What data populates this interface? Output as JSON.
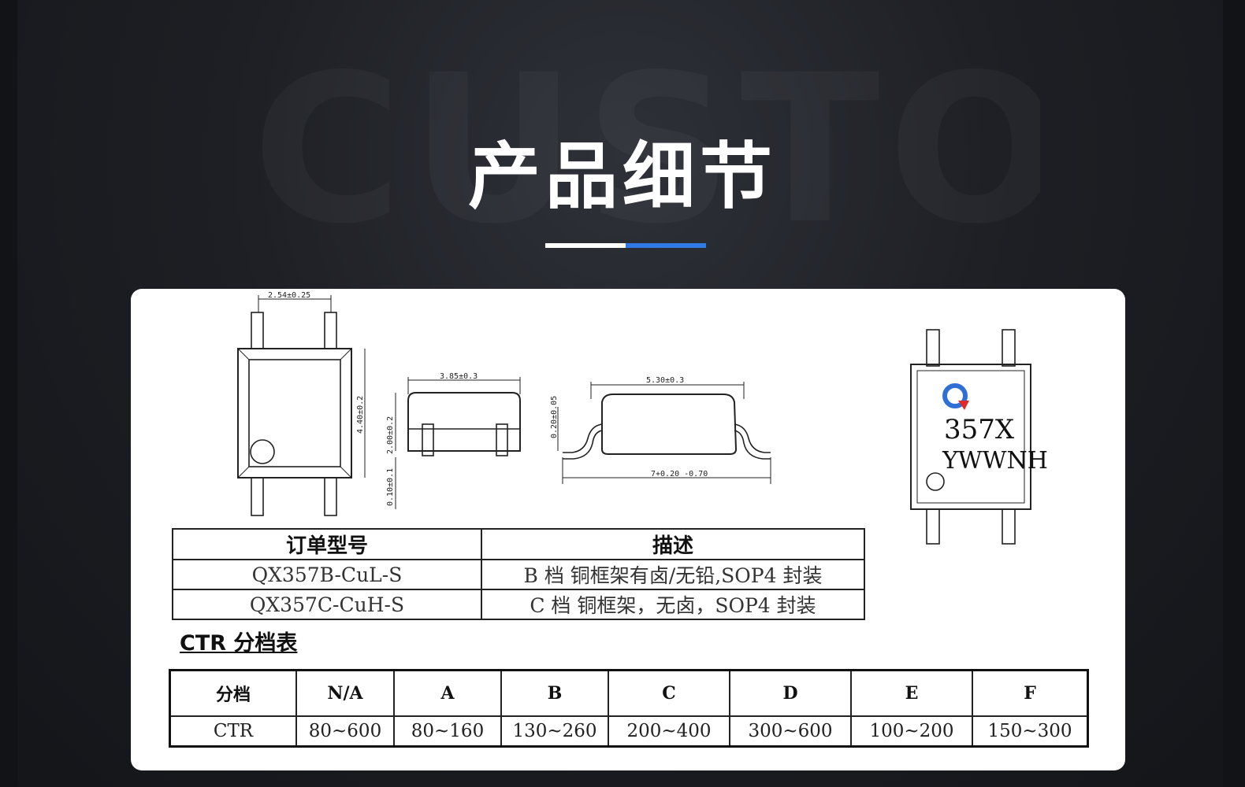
{
  "page": {
    "title": "产品细节",
    "watermark": "CUSTOM",
    "accent_colors": {
      "white": "#ffffff",
      "blue": "#2f7be6"
    }
  },
  "drawing": {
    "dims": {
      "pitch": "2.54±0.25",
      "body_height": "4.40±0.2",
      "side_width": "3.85±0.3",
      "side_height": "2.00±0.2",
      "standoff": "0.10±0.1",
      "lead_width": "5.30±0.3",
      "lead_thickness": "0.20±0.05",
      "overall_width": "7+0.20 -0.70"
    },
    "marking": {
      "line1": "357X",
      "line2": "YWWNH",
      "logo": "q-logo-icon"
    }
  },
  "orders": {
    "headers": [
      "订单型号",
      "描述"
    ],
    "rows": [
      [
        "QX357B-CuL-S",
        "B 档  铜框架有卤/无铅,SOP4 封装"
      ],
      [
        "QX357C-CuH-S",
        "C 档  铜框架，无卤，SOP4 封装"
      ]
    ]
  },
  "ctr": {
    "title": "CTR 分档表",
    "headers": [
      "分档",
      "N/A",
      "A",
      "B",
      "C",
      "D",
      "E",
      "F"
    ],
    "values": [
      "CTR",
      "80~600",
      "80~160",
      "130~260",
      "200~400",
      "300~600",
      "100~200",
      "150~300"
    ]
  }
}
